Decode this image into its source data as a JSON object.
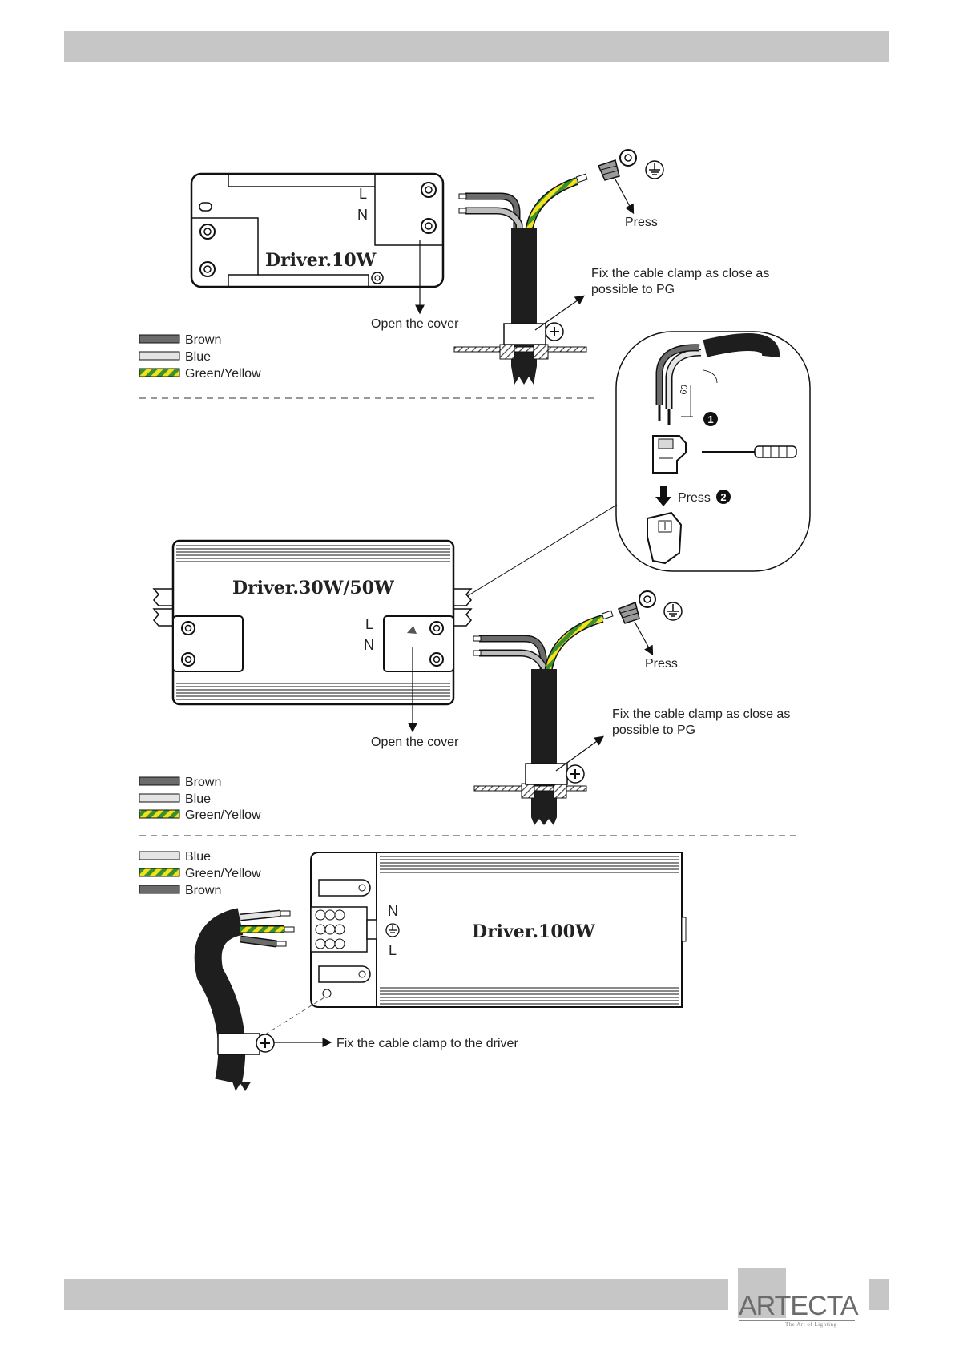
{
  "brand": {
    "name": "ARTECTA",
    "tagline": "The Art of Lighting"
  },
  "icons": [
    "ground-icon",
    "screw-icon",
    "screwdriver-icon",
    "number-one-icon",
    "number-two-icon",
    "arrow-icon"
  ],
  "colors": {
    "brown": "#6b6b6b",
    "blue": "#e4e4e4",
    "green": "#3a8f2e",
    "yellow": "#f2e21c",
    "cable": "#1e1e1e",
    "bar": "#c6c6c6"
  },
  "section1": {
    "driver_label": "Driver.10W",
    "terminal_l": "L",
    "terminal_n": "N",
    "open_cover": "Open the cover",
    "press": "Press",
    "clamp_note_line1": "Fix the cable clamp as close as",
    "clamp_note_line2": "possible to PG",
    "legend": [
      "Brown",
      "Blue",
      "Green/Yellow"
    ]
  },
  "detail": {
    "strip_length": "60",
    "step1": "1",
    "press": "Press",
    "step2": "2"
  },
  "section2": {
    "driver_label": "Driver.30W/50W",
    "terminal_l": "L",
    "terminal_n": "N",
    "open_cover": "Open the cover",
    "press": "Press",
    "clamp_note_line1": "Fix the cable clamp as close as",
    "clamp_note_line2": "possible to PG",
    "legend": [
      "Brown",
      "Blue",
      "Green/Yellow"
    ]
  },
  "section3": {
    "driver_label": "Driver.100W",
    "terminal_n": "N",
    "terminal_l": "L",
    "clamp_note": "Fix the cable clamp to the driver",
    "legend": [
      "Blue",
      "Green/Yellow",
      "Brown"
    ]
  }
}
